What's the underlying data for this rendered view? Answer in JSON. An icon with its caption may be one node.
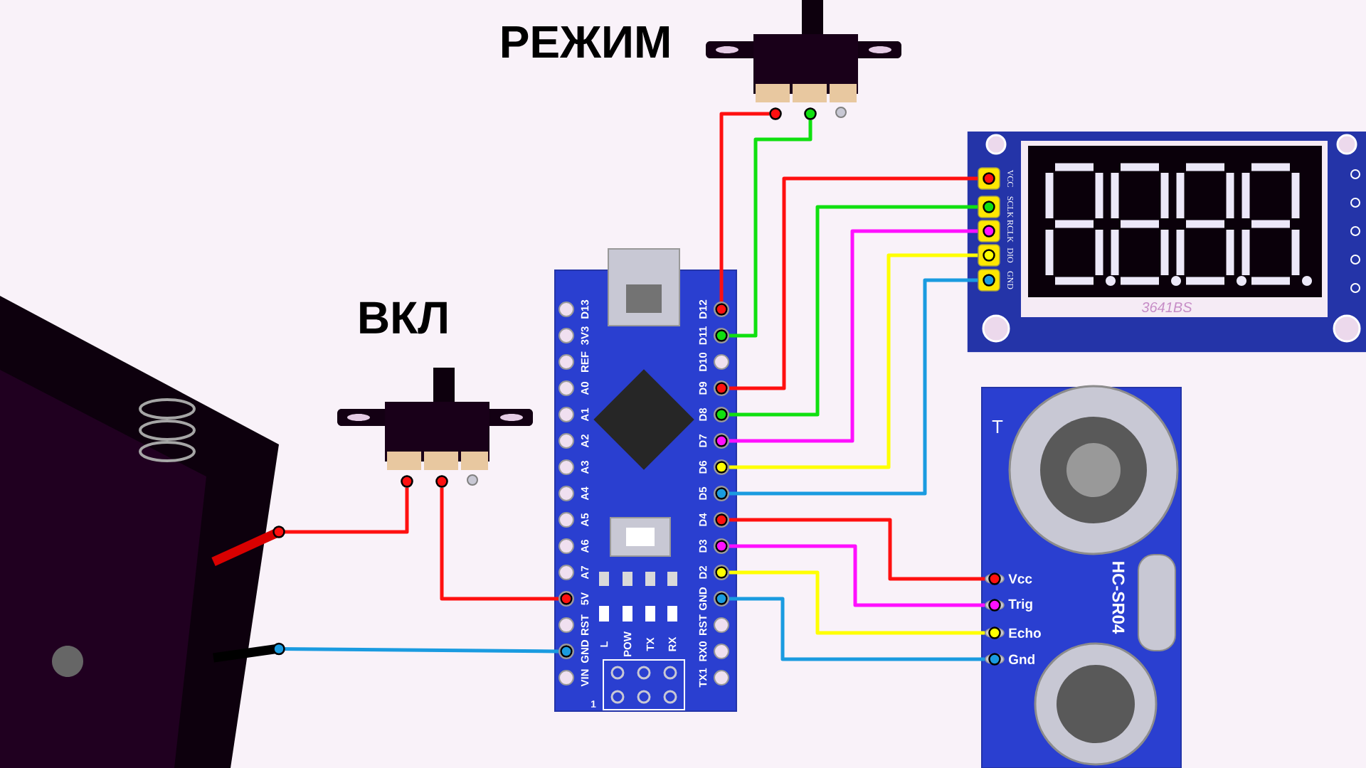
{
  "diagram": {
    "nodes": [
      {
        "text": [
          "РЕЖИМ"
        ]
      },
      {
        "text": [],
        "shape": "circle",
        "in": 0
      },
      {
        "text": [],
        "shape": "circle",
        "in": 0
      },
      {
        "text": [
          "ВКЛ"
        ]
      },
      {
        "text": [],
        "shape": "circle",
        "in": 3
      },
      {
        "text": [],
        "shape": "circle",
        "in": 3
      },
      {
        "text": [],
        "shape": "picture"
      },
      {
        "text": [],
        "shape": "picture"
      },
      {
        "text": [
          "D13"
        ],
        "in": 7
      },
      {
        "text": [
          "3V3"
        ],
        "in": 7
      },
      {
        "text": [
          "REF"
        ],
        "in": 7
      },
      {
        "text": [
          "A0"
        ],
        "in": 7
      },
      {
        "text": [
          "A1"
        ],
        "in": 7
      },
      {
        "text": [
          "A2"
        ],
        "in": 7
      },
      {
        "text": [
          "A3"
        ],
        "in": 7
      },
      {
        "text": [
          "A4"
        ],
        "in": 7
      },
      {
        "text": [
          "A5"
        ],
        "in": 7
      },
      {
        "text": [
          "A6"
        ],
        "in": 7
      },
      {
        "text": [
          "A7"
        ],
        "in": 7
      },
      {
        "text": [
          "5V"
        ],
        "in": 7
      },
      {
        "text": [
          "RST"
        ],
        "in": 7
      },
      {
        "text": [
          "GND"
        ],
        "in": 7
      },
      {
        "text": [
          "VIN"
        ],
        "in": 7
      },
      {
        "text": [
          "D12"
        ],
        "in": 7
      },
      {
        "text": [
          "D11"
        ],
        "in": 7
      },
      {
        "text": [
          "D10"
        ],
        "in": 7
      },
      {
        "text": [
          "D9"
        ],
        "in": 7
      },
      {
        "text": [
          "D8"
        ],
        "in": 7
      },
      {
        "text": [
          "D7"
        ],
        "in": 7
      },
      {
        "text": [
          "D6"
        ],
        "in": 7
      },
      {
        "text": [
          "D5"
        ],
        "in": 7
      },
      {
        "text": [
          "D4"
        ],
        "in": 7
      },
      {
        "text": [
          "D3"
        ],
        "in": 7
      },
      {
        "text": [
          "D2"
        ],
        "in": 7
      },
      {
        "text": [
          "GND"
        ],
        "in": 7
      },
      {
        "text": [
          "RST"
        ],
        "in": 7
      },
      {
        "text": [
          "RX0"
        ],
        "in": 7
      },
      {
        "text": [
          "TX1"
        ],
        "in": 7
      },
      {
        "text": [],
        "shape": "picture"
      },
      {
        "text": [
          "VCC"
        ],
        "in": 38
      },
      {
        "text": [
          "SCLK"
        ],
        "in": 38
      },
      {
        "text": [
          "RCLK"
        ],
        "in": 38
      },
      {
        "text": [
          "DIO"
        ],
        "in": 38
      },
      {
        "text": [
          "GND"
        ],
        "in": 38
      },
      {
        "text": [],
        "shape": "picture"
      },
      {
        "text": [
          "Vcc"
        ],
        "in": 44
      },
      {
        "text": [
          "Trig"
        ],
        "in": 44
      },
      {
        "text": [
          "Echo"
        ],
        "in": 44
      },
      {
        "text": [
          "Gnd"
        ],
        "in": 44
      }
    ],
    "edges": [
      {
        "from": 23,
        "to": 1,
        "arrow": "other",
        "color": "#ff1010"
      },
      {
        "from": 24,
        "to": 2,
        "arrow": "other",
        "color": "#10e010"
      },
      {
        "from": 26,
        "to": 39,
        "arrow": "other",
        "color": "#ff1010"
      },
      {
        "from": 27,
        "to": 40,
        "arrow": "other",
        "color": "#10e010"
      },
      {
        "from": 28,
        "to": 41,
        "arrow": "other",
        "color": "#ff10ff"
      },
      {
        "from": 29,
        "to": 42,
        "arrow": "other",
        "color": "#ffff00"
      },
      {
        "from": 30,
        "to": 43,
        "arrow": "other",
        "color": "#1a9be0"
      },
      {
        "from": 31,
        "to": 45,
        "arrow": "other",
        "color": "#ff1010"
      },
      {
        "from": 32,
        "to": 46,
        "arrow": "other",
        "color": "#ff10ff"
      },
      {
        "from": 33,
        "to": 47,
        "arrow": "other",
        "color": "#ffff00"
      },
      {
        "from": 34,
        "to": 48,
        "arrow": "other",
        "color": "#1a9be0"
      },
      {
        "from": 6,
        "to": 4,
        "arrow": "other",
        "color": "#ff1010"
      },
      {
        "from": 5,
        "to": 19,
        "arrow": "other",
        "color": "#ff1010"
      },
      {
        "from": 6,
        "to": 21,
        "arrow": "other",
        "color": "#1a9be0"
      }
    ],
    "labels": [
      "L",
      "POW",
      "TX",
      "RX",
      "1",
      "3641BS",
      "T",
      "HC-SR04"
    ]
  }
}
